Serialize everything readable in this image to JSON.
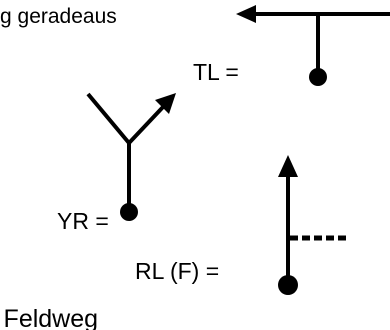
{
  "texts": {
    "top_caption": "g geradeaus",
    "tl_label": "TL =",
    "yr_label": "YR =",
    "rl_label": "RL (F) =",
    "bottom_caption": "= Feldweg"
  },
  "colors": {
    "ink": "#000000",
    "background": "#ffffff"
  }
}
